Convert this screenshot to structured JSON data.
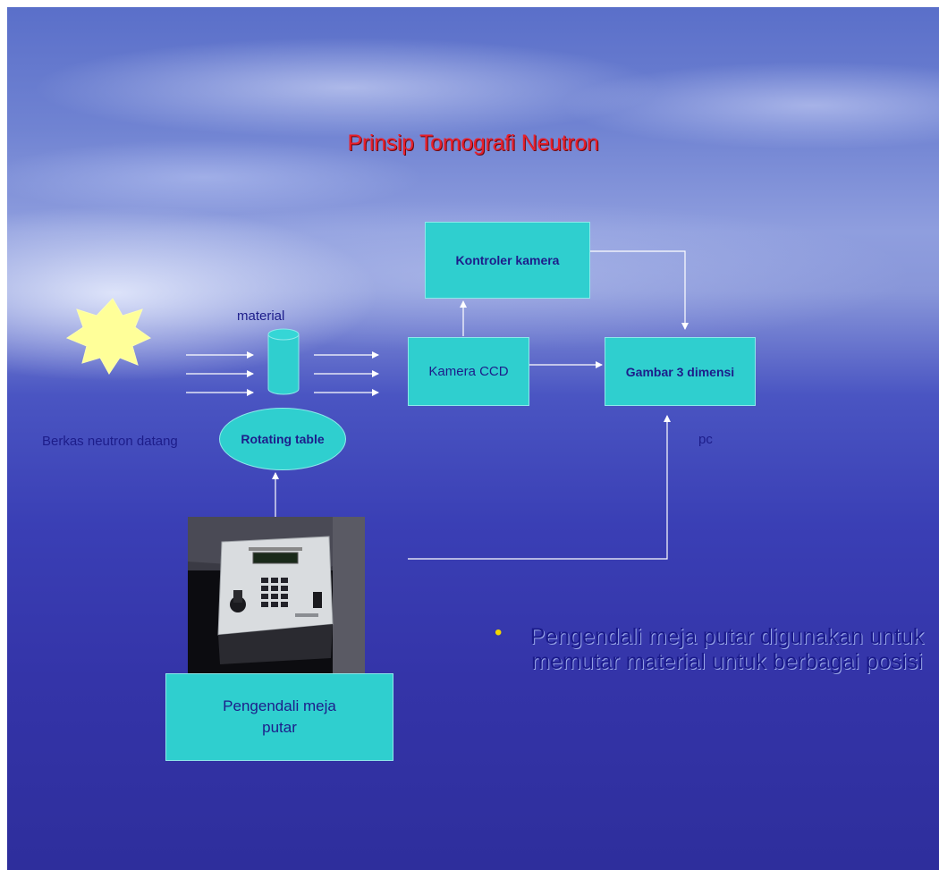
{
  "title": "Prinsip Tomografi Neutron",
  "labels": {
    "material": "material",
    "neutron_beam": "Berkas neutron datang",
    "pc": "pc"
  },
  "boxes": {
    "camera_controller": "Kontroler kamera",
    "ccd_camera": "Kamera CCD",
    "image_3d": "Gambar 3 dimensi",
    "rotating_table": "Rotating table",
    "controller_line1": "Pengendali meja",
    "controller_line2": "putar"
  },
  "bullet": {
    "text": "Pengendali meja putar digunakan untuk memutar material untuk berbagai posisi"
  },
  "colors": {
    "box_fill": "#2fcfcf",
    "title": "#e8202c",
    "text": "#1d1d8a",
    "bullet_dot": "#f2d600",
    "source_star": "#ffff99"
  }
}
